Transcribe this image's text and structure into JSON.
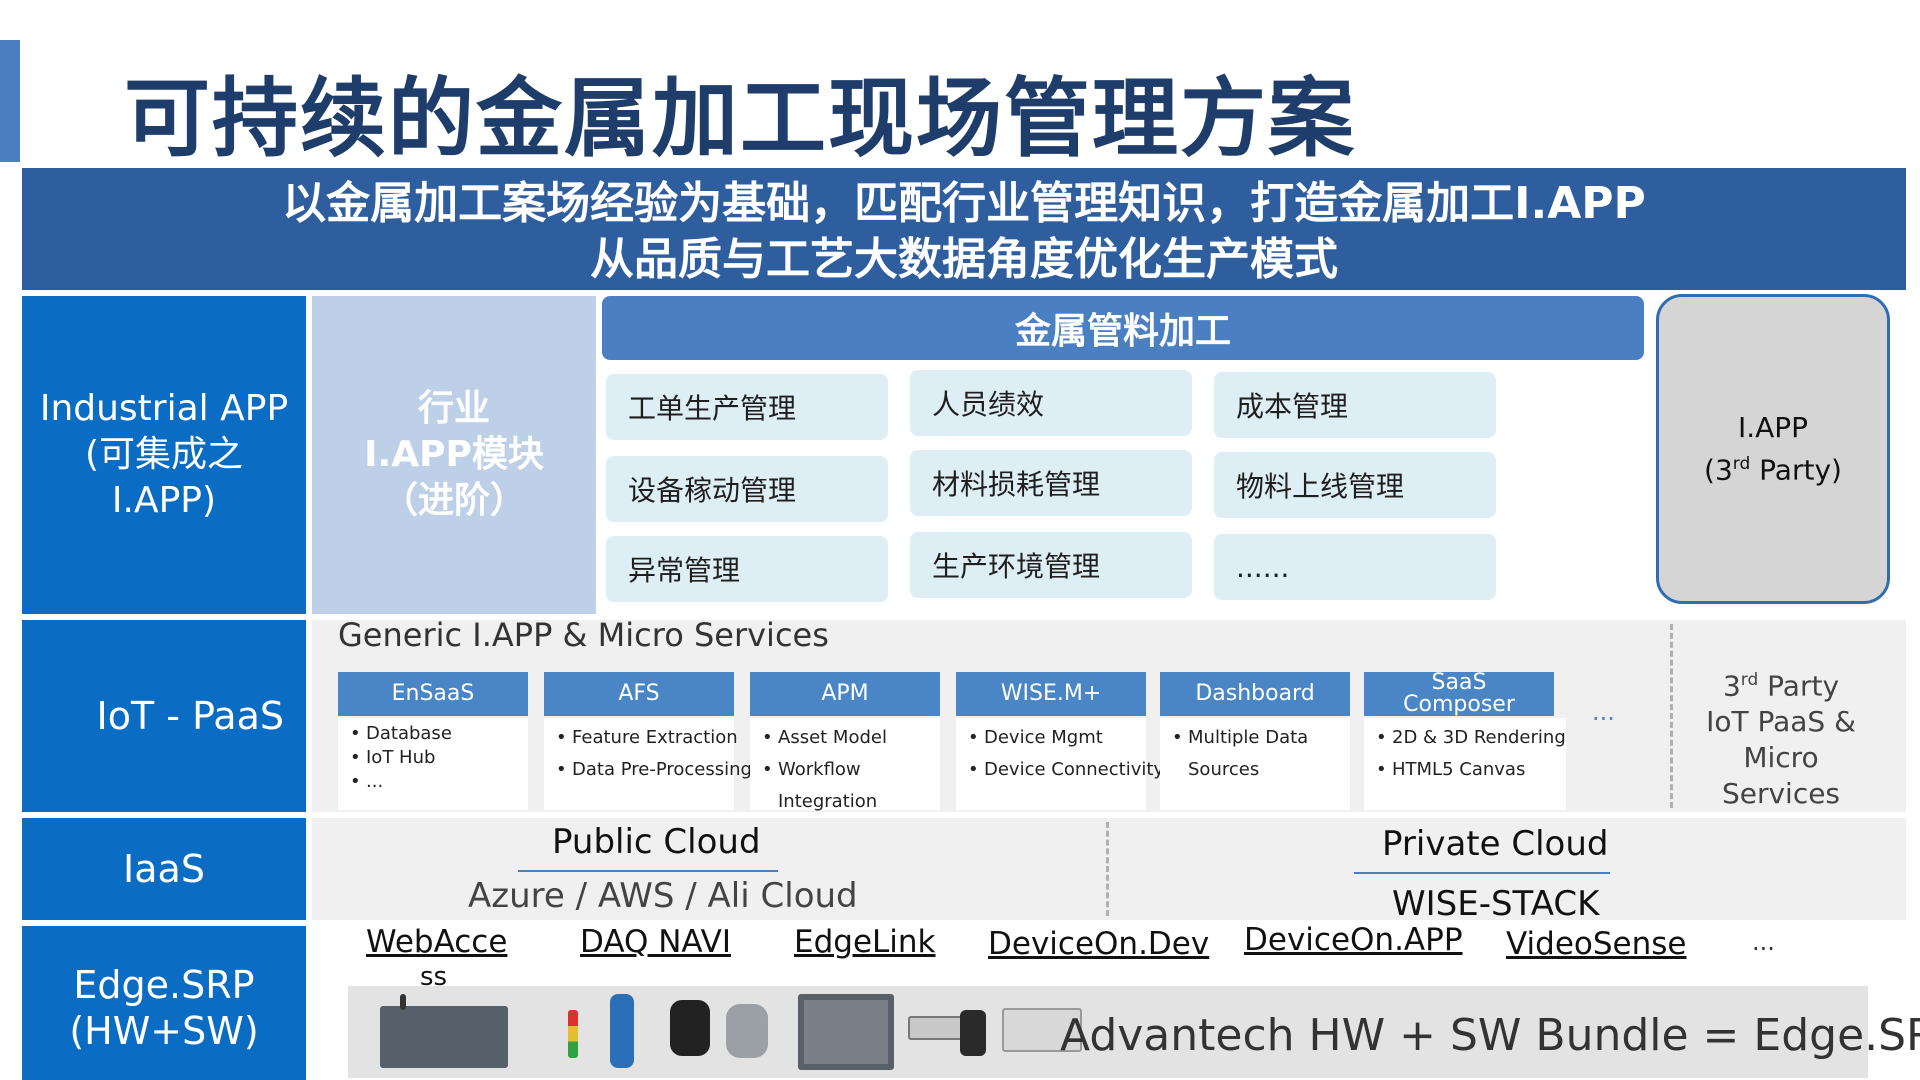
{
  "title": "可持续的金属加工现场管理方案",
  "banner": {
    "line1": "以金属加工案场经验为基础，匹配行业管理知识，打造金属加工I.APP",
    "line2": "从品质与工艺大数据角度优化生产模式"
  },
  "rows": {
    "industrial_app": {
      "line1": "Industrial APP",
      "line2": "(可集成之",
      "line3": "I.APP)"
    },
    "iot_paas": "IoT - PaaS",
    "iaas": "IaaS",
    "edge": {
      "line1": "Edge.SRP",
      "line2": "(HW+SW)"
    }
  },
  "industry_module": {
    "line1": "行业",
    "line2": "I.APP模块",
    "line3": "（进阶）"
  },
  "metal_section": {
    "header": "金属管料加工",
    "tiles": [
      "工单生产管理",
      "人员绩效",
      "成本管理",
      "设备稼动管理",
      "材料损耗管理",
      "物料上线管理",
      "异常管理",
      "生产环境管理",
      "......"
    ]
  },
  "third_party_app": {
    "line1": "I.APP",
    "line2_pre": "(3",
    "line2_sup": "rd",
    "line2_post": " Party)"
  },
  "paas": {
    "title": "Generic I.APP & Micro Services",
    "services": [
      {
        "name": "EnSaaS",
        "items": [
          "Database",
          "IoT Hub",
          "..."
        ]
      },
      {
        "name": "AFS",
        "items": [
          "Feature Extraction",
          "Data Pre-Processing"
        ]
      },
      {
        "name": "APM",
        "items": [
          "Asset Model",
          "Workflow",
          "Integration"
        ]
      },
      {
        "name": "WISE.M+",
        "items": [
          "Device Mgmt",
          "Device Connectivity"
        ]
      },
      {
        "name": "Dashboard",
        "items": [
          "Multiple Data",
          "Sources"
        ]
      },
      {
        "name1": "SaaS",
        "name2": "Composer",
        "items": [
          "2D & 3D Rendering",
          "HTML5 Canvas"
        ]
      }
    ],
    "ellipsis": "...",
    "third_party": {
      "pre": "3",
      "sup": "rd",
      "post": " Party",
      "line2": "IoT PaaS &",
      "line3": "Micro",
      "line4": "Services"
    }
  },
  "iaas": {
    "public_title": "Public Cloud",
    "public_sub": "Azure / AWS / Ali Cloud",
    "private_title": "Private Cloud",
    "private_sub": "WISE-STACK"
  },
  "edge": {
    "links": [
      "WebAcce",
      "ss",
      "DAQ NAVI",
      "EdgeLink",
      "DeviceOn.Dev",
      "DeviceOn.APP",
      "VideoSense"
    ],
    "ellipsis": "...",
    "slogan": "Advantech HW + SW Bundle = Edge.SRP"
  },
  "colors": {
    "title": "#1f3d6b",
    "banner": "#2f5e9e",
    "row_label": "#0a6cc2",
    "accent": "#4a7fc1",
    "tile": "#ddeef5",
    "module_col": "#bdd0e8",
    "service_head": "#4a86c5"
  }
}
